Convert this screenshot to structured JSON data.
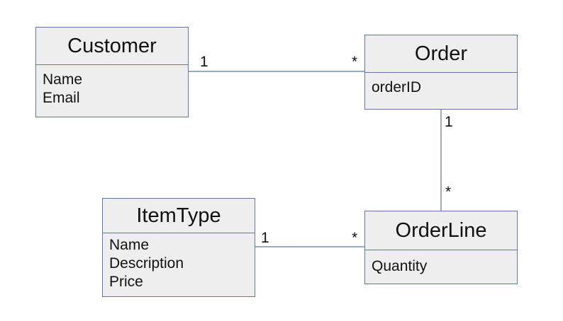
{
  "classes": {
    "customer": {
      "name": "Customer",
      "attributes": [
        "Name",
        "Email"
      ]
    },
    "order": {
      "name": "Order",
      "attributes": [
        "orderID"
      ]
    },
    "orderline": {
      "name": "OrderLine",
      "attributes": [
        "Quantity"
      ]
    },
    "itemtype": {
      "name": "ItemType",
      "attributes": [
        "Name",
        "Description",
        "Price"
      ]
    }
  },
  "associations": {
    "customer_order": {
      "from_mult": "1",
      "to_mult": "*"
    },
    "order_orderline": {
      "from_mult": "1",
      "to_mult": "*"
    },
    "itemtype_orderline": {
      "from_mult": "1",
      "to_mult": "*"
    }
  },
  "colors": {
    "border": "#5b7aa8",
    "fill": "#eeeeee",
    "line": "#5b7aa8",
    "text": "#111111"
  }
}
